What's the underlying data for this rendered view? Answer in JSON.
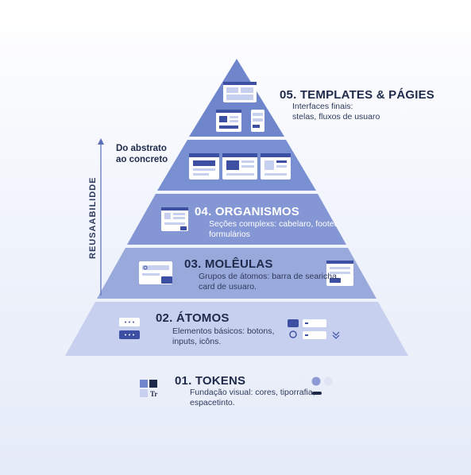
{
  "diagram": {
    "axis_label": "REUSAABILIDDE",
    "direction_note": "Do abstrato\nao concreto",
    "tiers": [
      {
        "title": "05. TEMPLATES & PÁGIES",
        "description": "Interfaces finais:\nstelas, fluxos de usuaro"
      },
      {
        "title": "04. ORGANISMOS",
        "description": "Seções complexs: cabelaro, footer,\nformulários"
      },
      {
        "title": "03. MOLÊULAS",
        "description": "Grupos de átomos: barra de searicha,\ncard de usuaro."
      },
      {
        "title": "02. ÁTOMOS",
        "description": "Elementos básicos: botons,\ninputs, icôns."
      },
      {
        "title": "01. TOKENS",
        "description": "Fundação visual: cores, tiporrafia,\nespacetinto."
      }
    ],
    "colors": {
      "tier_top": "#6f86cc",
      "tier_mid": "#7f93d3",
      "tier_low": "#9aa9dc",
      "tier_base": "#c7d0ee",
      "accent": "#3d4fa3",
      "card": "#ffffff"
    },
    "icons": [
      "wireframe-icon",
      "browser-window-icon",
      "search-bar-icon",
      "button-icon",
      "toggle-icon",
      "pin-icon",
      "color-swatch-icon",
      "avatar-token-icon"
    ]
  }
}
